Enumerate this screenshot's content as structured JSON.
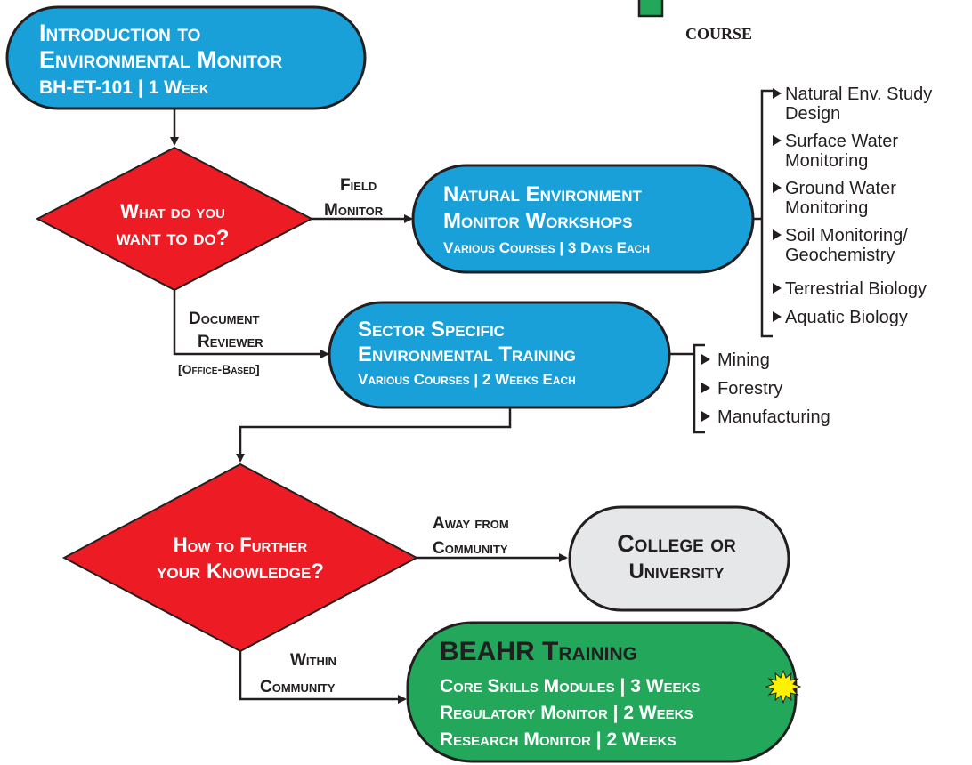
{
  "colors": {
    "blue_box": "#1aa0d8",
    "red_diamond": "#ed1c24",
    "green_box": "#23a75a",
    "grey_box": "#e6e7e8",
    "outline": "#231f20",
    "legend_swatch": "#23a75a",
    "starburst": "#fff200"
  },
  "legend": {
    "label": "COURSE"
  },
  "intro": {
    "line1": "Introduction to",
    "line2": "Environmental Monitor",
    "line3": "BH-ET-101 | 1 Week"
  },
  "decision1": {
    "line1": "What do you",
    "line2": "want to do?"
  },
  "field_monitor": {
    "line1": "Field",
    "line2": "Monitor"
  },
  "natural_env": {
    "line1": "Natural Environment",
    "line2": "Monitor Workshops",
    "line3": "Various Courses | 3 Days Each"
  },
  "natural_env_courses": [
    [
      "Natural Env. Study",
      "Design"
    ],
    [
      "Surface Water",
      "Monitoring"
    ],
    [
      "Ground Water",
      "Monitoring"
    ],
    [
      "Soil Monitoring/",
      "Geochemistry"
    ],
    [
      "Terrestrial Biology"
    ],
    [
      "Aquatic Biology"
    ]
  ],
  "document_reviewer": {
    "line1": "Document",
    "line2": "Reviewer",
    "line3": "[Office-Based]"
  },
  "sector": {
    "line1": "Sector Specific",
    "line2": "Environmental Training",
    "line3": "Various Courses | 2 Weeks Each"
  },
  "sector_courses": [
    "Mining",
    "Forestry",
    "Manufacturing"
  ],
  "decision2": {
    "line1": "How to Further",
    "line2": "your Knowledge?"
  },
  "away": {
    "line1": "Away from",
    "line2": "Community"
  },
  "college": {
    "line1": "College or",
    "line2": "University"
  },
  "within": {
    "line1": "Within",
    "line2": "Community"
  },
  "beahr": {
    "line1": "BEAHR Training",
    "line2": "Core Skills Modules | 3 Weeks",
    "line3": "Regulatory Monitor | 2 Weeks",
    "line4": "Research Monitor | 2 Weeks"
  }
}
